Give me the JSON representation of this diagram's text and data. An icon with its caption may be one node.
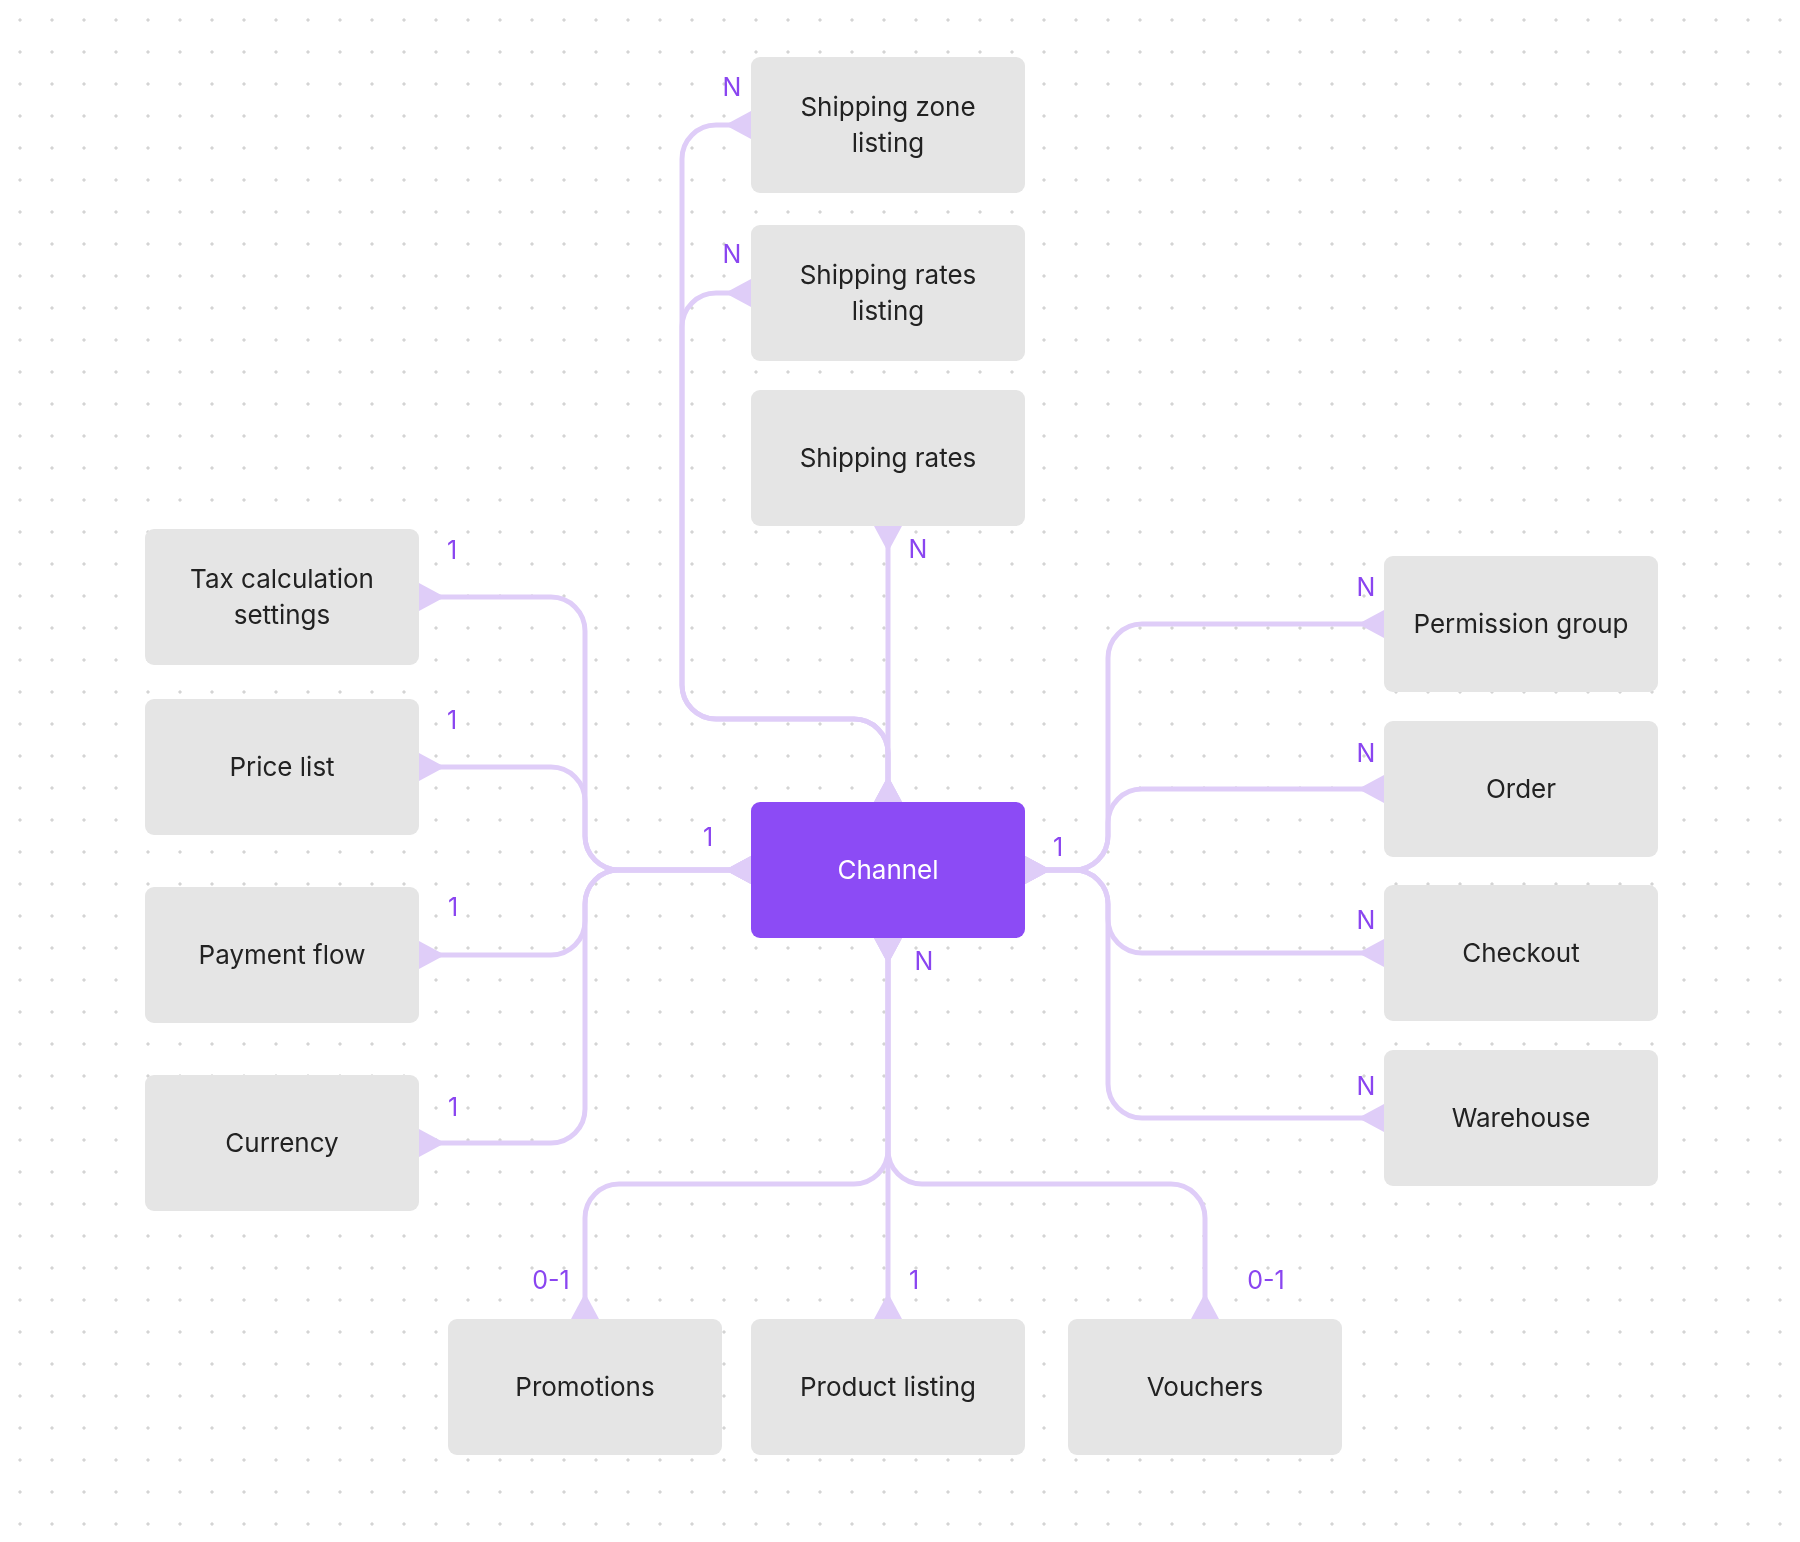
{
  "diagram": {
    "nodes": [
      {
        "text": [
          "Shipping zone listing"
        ]
      },
      {
        "text": [
          "Shipping rates listing"
        ]
      },
      {
        "text": [
          "Shipping rates"
        ]
      },
      {
        "text": [
          "Tax calculation settings"
        ]
      },
      {
        "text": [
          "Permission group"
        ]
      },
      {
        "text": [
          "Price list"
        ]
      },
      {
        "text": [
          "Order"
        ]
      },
      {
        "text": [
          "Channel"
        ]
      },
      {
        "text": [
          "Payment flow"
        ]
      },
      {
        "text": [
          "Checkout"
        ]
      },
      {
        "text": [
          "Currency"
        ]
      },
      {
        "text": [
          "Warehouse"
        ]
      },
      {
        "text": [
          "Promotions"
        ]
      },
      {
        "text": [
          "Product listing"
        ]
      },
      {
        "text": [
          "Vouchers"
        ]
      }
    ],
    "edges": [
      {
        "from": 7,
        "to": 0,
        "arrow": "other"
      },
      {
        "from": 7,
        "to": 1,
        "arrow": "other"
      },
      {
        "from": 7,
        "to": 2,
        "arrow": "other"
      },
      {
        "from": 7,
        "to": 3,
        "arrow": "other"
      },
      {
        "from": 7,
        "to": 5,
        "arrow": "other"
      },
      {
        "from": 7,
        "to": 8,
        "arrow": "other"
      },
      {
        "from": 7,
        "to": 10,
        "arrow": "other"
      },
      {
        "from": 7,
        "to": 4,
        "arrow": "other"
      },
      {
        "from": 7,
        "to": 6,
        "arrow": "other"
      },
      {
        "from": 7,
        "to": 9,
        "arrow": "other"
      },
      {
        "from": 7,
        "to": 11,
        "arrow": "other"
      },
      {
        "from": 7,
        "to": 12,
        "arrow": "other"
      },
      {
        "from": 7,
        "to": 13,
        "arrow": "other"
      },
      {
        "from": 7,
        "to": 14,
        "arrow": "other"
      }
    ],
    "labels": [
      "N",
      "N",
      "N",
      "1",
      "N",
      "1",
      "N",
      "1",
      "1",
      "1",
      "N",
      "N",
      "1",
      "N",
      "0-1",
      "1",
      "0-1"
    ]
  }
}
